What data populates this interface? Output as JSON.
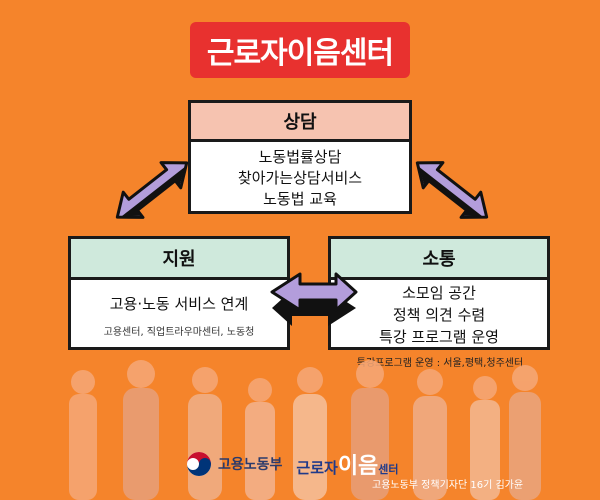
{
  "title": "근로자이음센터",
  "counsel": {
    "heading": "상담",
    "lines": [
      "노동법률상담",
      "찾아가는상담서비스",
      "노동법 교육"
    ]
  },
  "support": {
    "heading": "지원",
    "main": "고용·노동 서비스 연계",
    "sub": "고용센터, 직업트라우마센터, 노동청"
  },
  "communication": {
    "heading": "소통",
    "lines": [
      "소모임 공간",
      "정책 의견 수렴",
      "특강 프로그램 운영"
    ]
  },
  "note": "특강프로그램 운영 : 서울,평택,청주센터",
  "footer": {
    "ministry": "고용노동부",
    "center_prefix": "근로자",
    "center_highlight": "이음",
    "center_suffix": "센터",
    "credit": "고용노동부 정책기자단 16기 김가윤"
  },
  "colors": {
    "background": "#f5842b",
    "title_bg": "#e8312f",
    "counsel_header": "#f6c3b0",
    "side_header": "#cfe9dc",
    "arrow_fill": "#b39ddb"
  }
}
